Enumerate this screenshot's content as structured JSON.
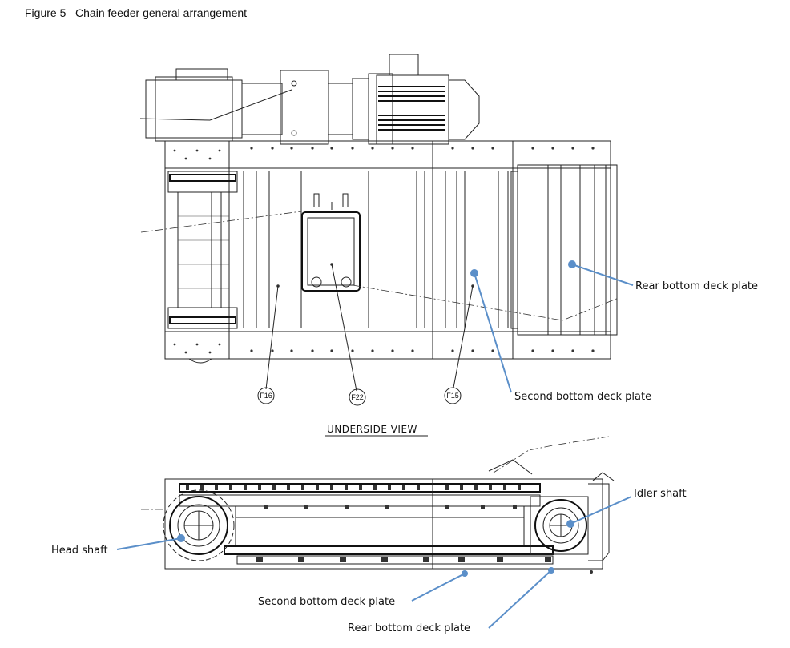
{
  "figure": {
    "caption": "Figure 5 –Chain feeder general arrangement",
    "view_title": "UNDERSIDE VIEW",
    "balloons": [
      "F16",
      "F22",
      "F15"
    ],
    "labels": {
      "rear_deck_top": "Rear bottom deck plate",
      "second_deck_top": "Second bottom deck plate",
      "idler_shaft": "Idler shaft",
      "head_shaft": "Head shaft",
      "second_deck_bottom": "Second bottom deck plate",
      "rear_deck_bottom": "Rear bottom deck plate"
    },
    "colors": {
      "leader": "#5b8fc9",
      "linework": "#222222"
    }
  }
}
